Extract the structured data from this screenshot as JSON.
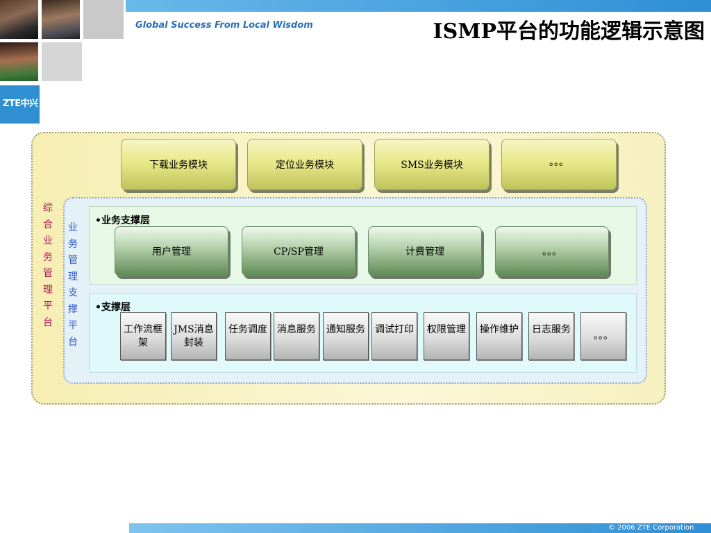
{
  "header": {
    "slogan": "Global Success From Local Wisdom",
    "logo_text": "ZTE中兴",
    "title": "ISMP平台的功能逻辑示意图"
  },
  "footer": {
    "copyright": "© 2006 ZTE Corporation"
  },
  "diagram": {
    "outer_label": [
      "综",
      "合",
      "业",
      "务",
      "管",
      "理",
      "平",
      "台"
    ],
    "inner_label": [
      "业",
      "务",
      "管",
      "理",
      "支",
      "撑",
      "平",
      "台"
    ],
    "top_modules": [
      "下载业务模块",
      "定位业务模块",
      "SMS业务模块",
      "。。。"
    ],
    "business_layer": {
      "title": "•业务支撑层",
      "modules": [
        "用户管理",
        "CP/SP管理",
        "计费管理",
        "。。。"
      ]
    },
    "support_layer": {
      "title": "•支撑层",
      "modules": [
        "工作流框架",
        "JMS消息封装",
        "任务调度",
        "消息服务",
        "通知服务",
        "调试打印",
        "权限管理",
        "操作维护",
        "日志服务",
        "。。。"
      ]
    }
  },
  "colors": {
    "accent_blue": "#2f8fd5",
    "outer_label_color": "#b01060",
    "inner_label_color": "#2a54c8"
  }
}
